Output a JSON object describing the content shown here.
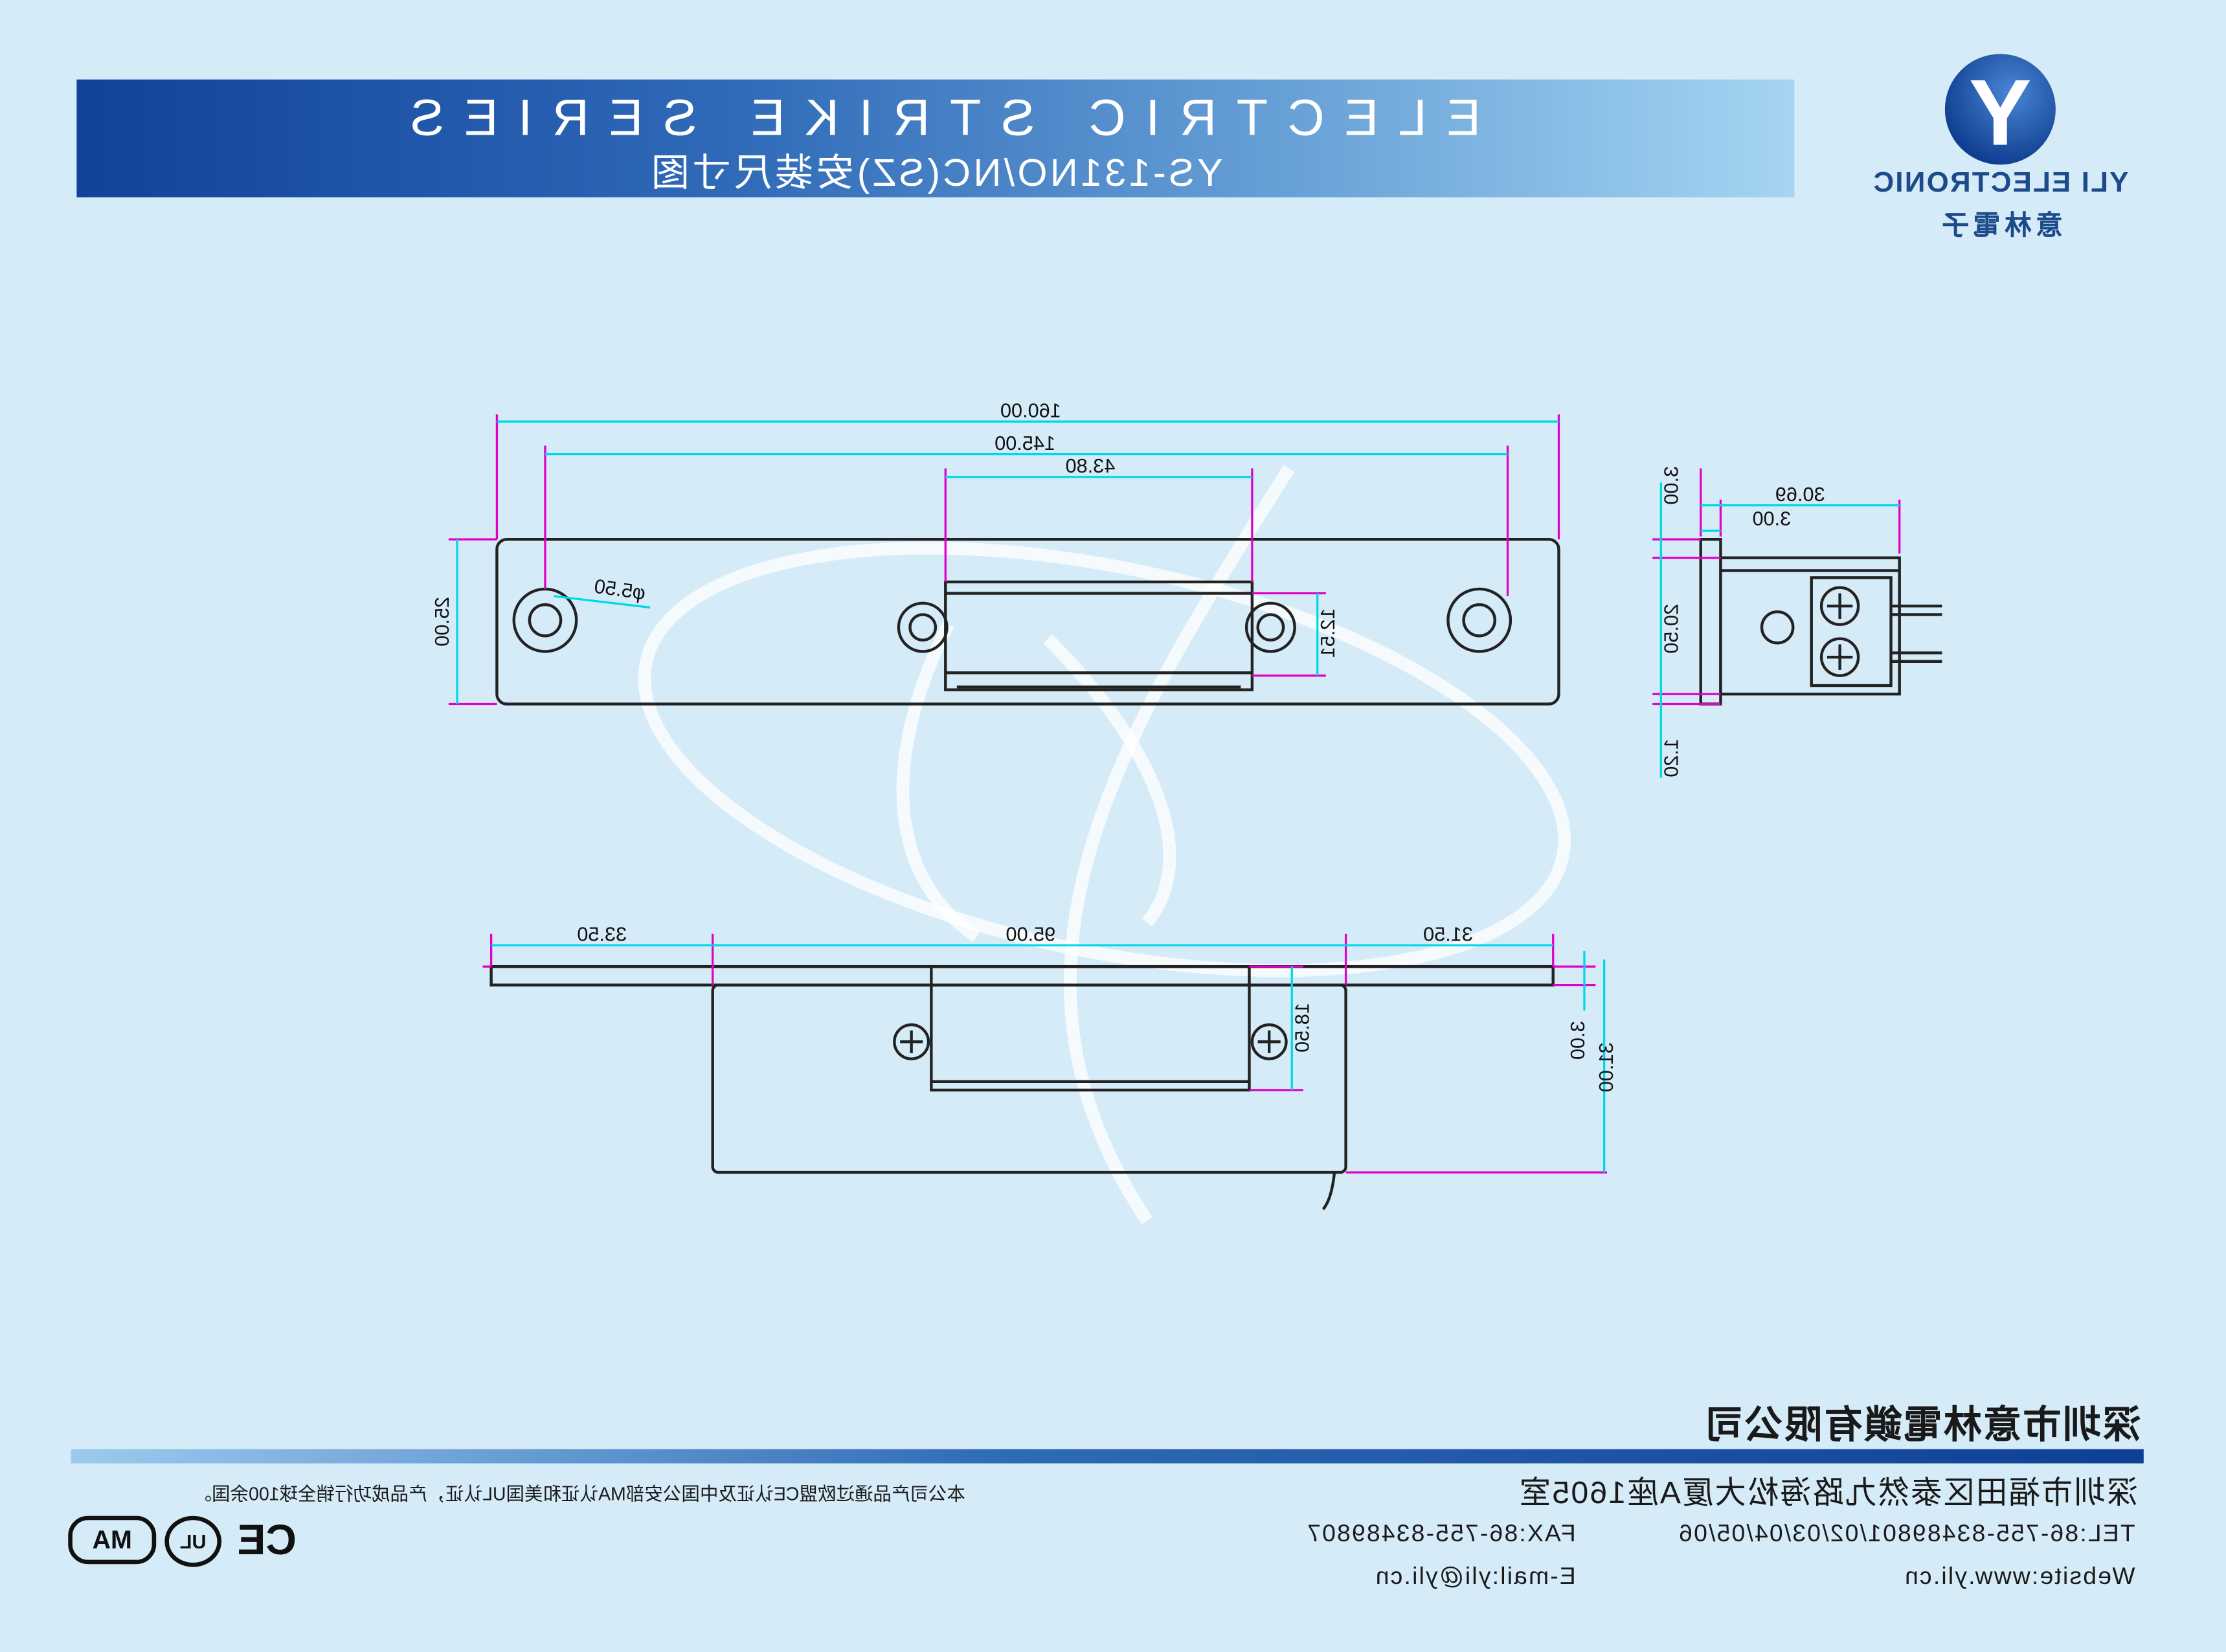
{
  "header": {
    "title_en": "ELECTRIC STRIKE SERIES",
    "title_cn": "YS-131NO/NC(SZ)安装尺寸图"
  },
  "logo": {
    "letter": "Y",
    "name_en": "YLI ELECTRONIC",
    "name_cn": "意林電子"
  },
  "dimensions": {
    "top_view": {
      "overall_length": "160.00",
      "mounting_hole_spacing": "145.00",
      "keeper_opening": "43.80",
      "plate_height": "25.00",
      "opening_depth": "12.51",
      "hole_diameter": "φ5.50"
    },
    "side_view": {
      "total_depth": "30.69",
      "plate_thickness": "3.00",
      "top_offset": "3.00",
      "body_height": "20.50",
      "bottom_offset": "1.20"
    },
    "front_view": {
      "left_segment": "31.50",
      "body_length": "95.00",
      "right_segment": "33.50",
      "keeper_width": "18.50",
      "plate_thickness": "3.00",
      "body_depth": "31.00"
    }
  },
  "footer": {
    "company": "深圳市意林電鎖有限公司",
    "address": "深圳市福田区泰然九路海松大厦A座1605室",
    "tel": "TEL:86-755-83489801/02/03/04/05/06",
    "fax": "FAX:86-755-83489807",
    "website": "Website:www.yli.cn",
    "email": "E-mail:yli@yli.cn",
    "cert_note": "本公司产品通过欧盟CE认证及中国公安部MA认证和美国UL认证，产品成功行销全球100余国。",
    "certifications": [
      "CE",
      "UL",
      "MA"
    ]
  },
  "colors": {
    "background": "#d5ebf8",
    "banner_dark": "#12429a",
    "banner_light": "#a6d5f2",
    "dimension_line": "#00d8e6",
    "extension_line": "#e000c8",
    "outline": "#222222"
  }
}
